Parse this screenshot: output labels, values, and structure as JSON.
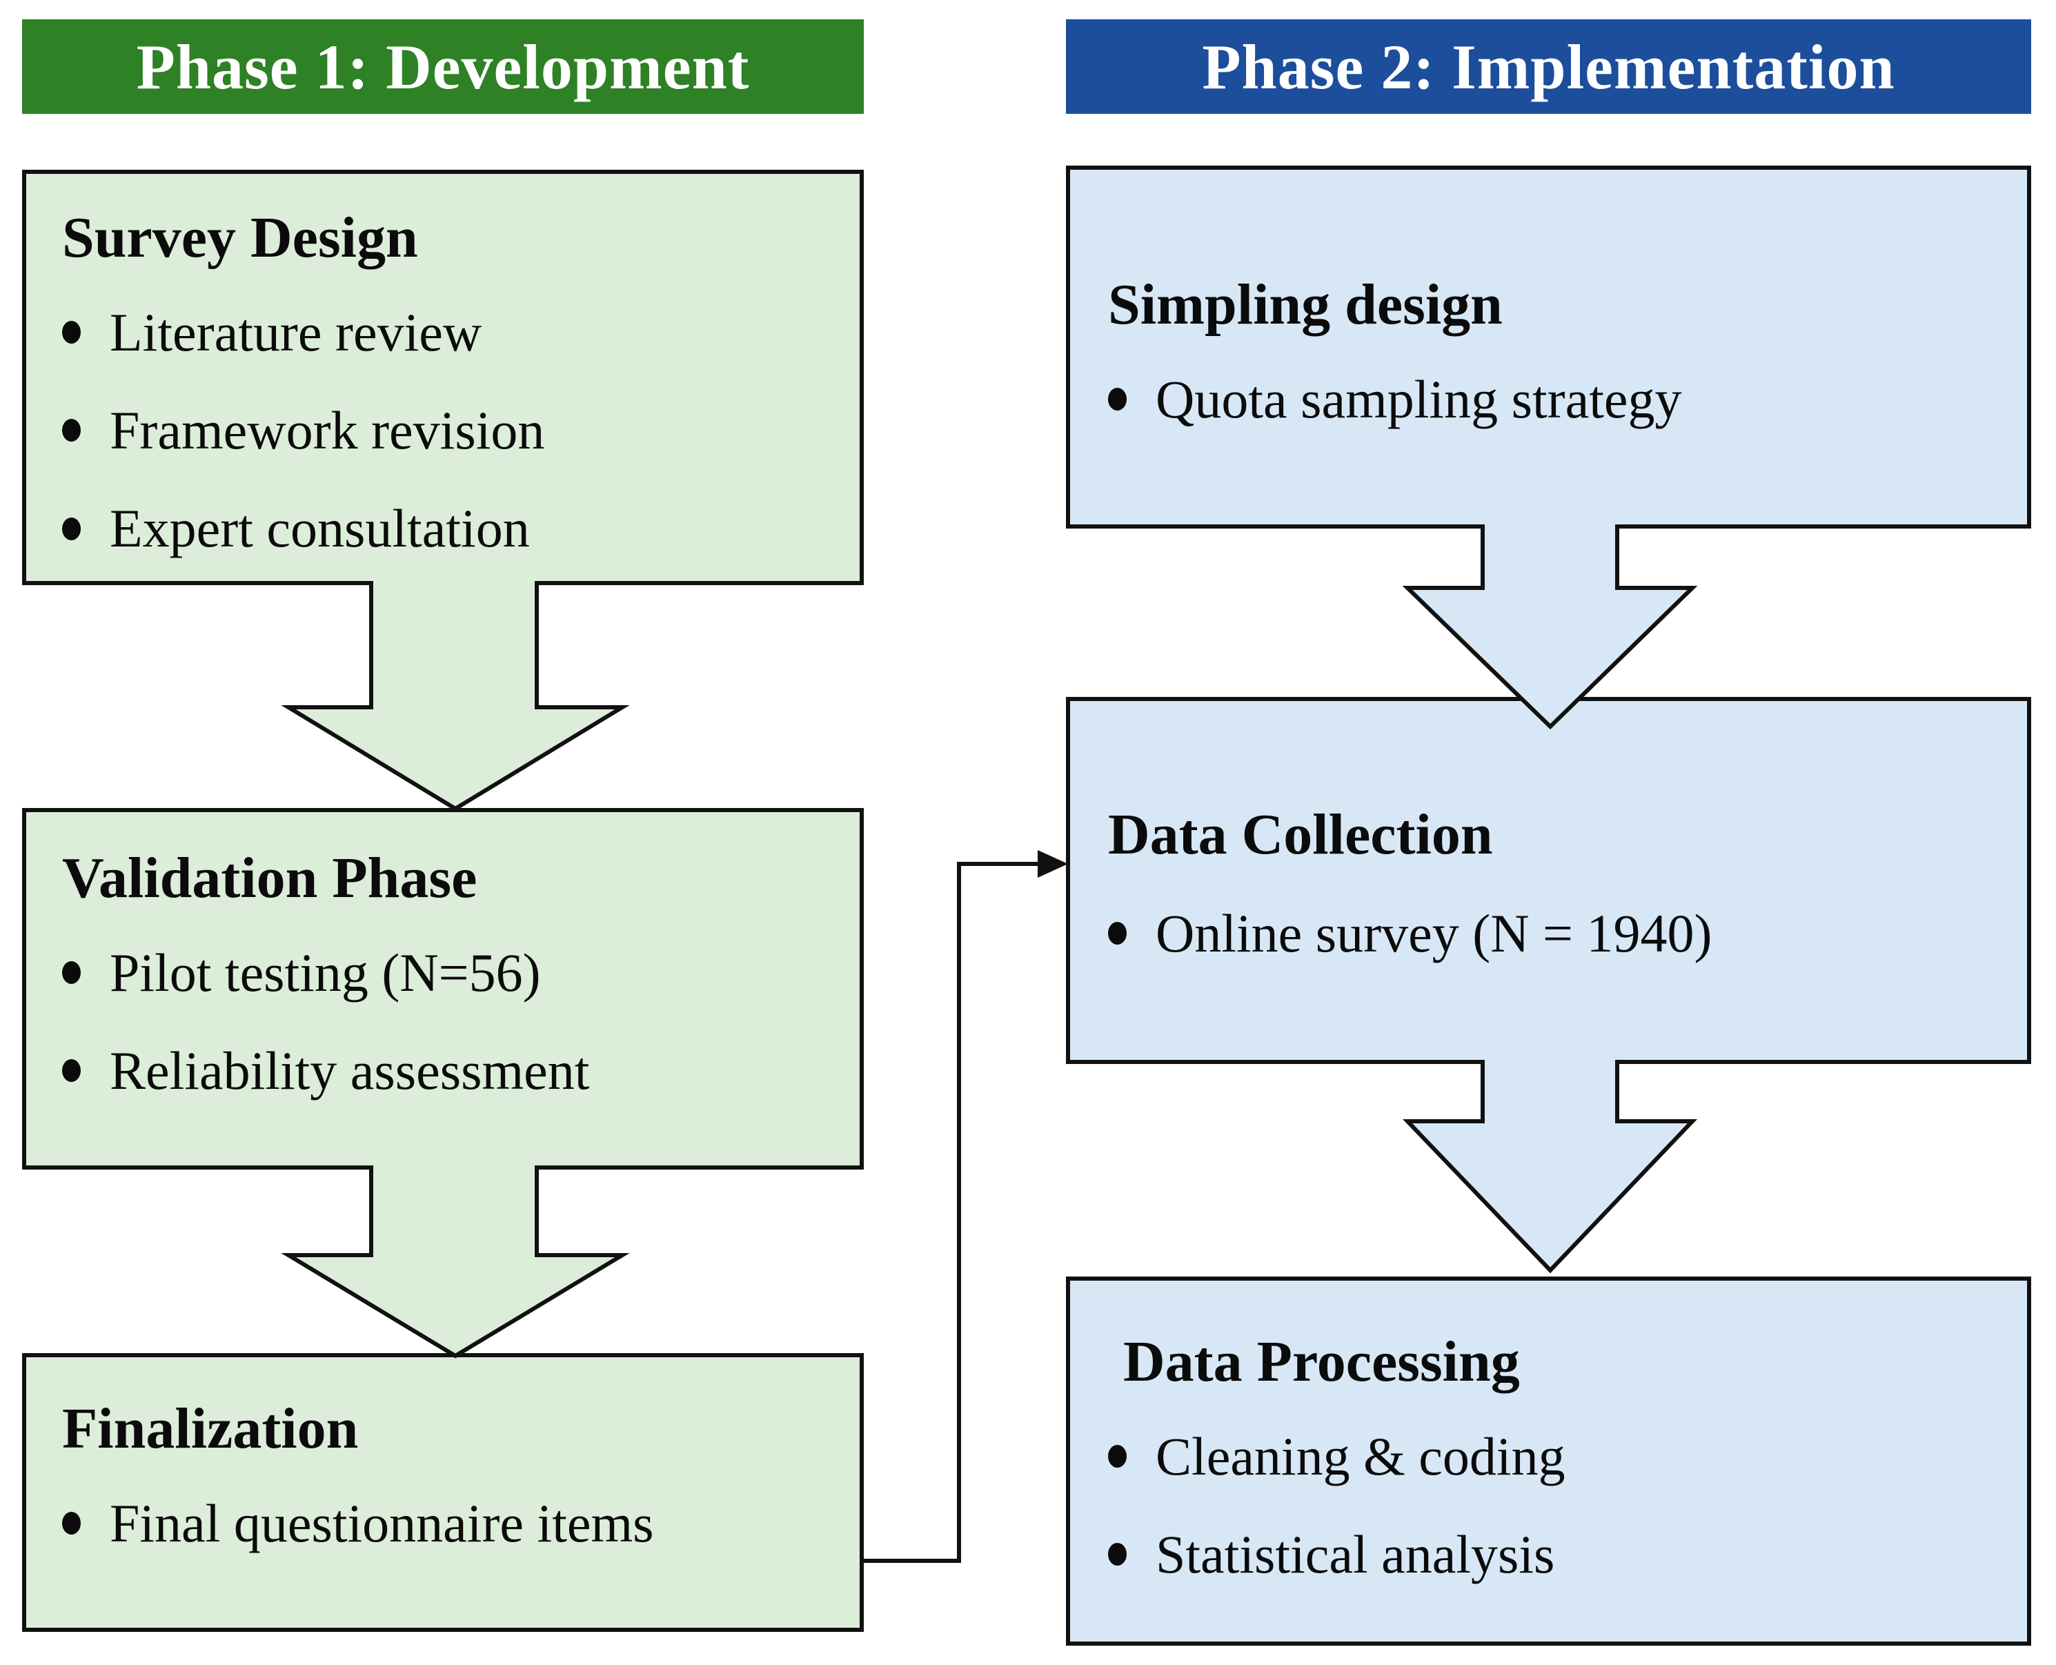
{
  "phase1": {
    "header": "Phase 1: Development",
    "boxes": [
      {
        "title": "Survey Design",
        "bullets": [
          "Literature review",
          "Framework revision",
          "Expert consultation"
        ]
      },
      {
        "title": "Validation Phase",
        "bullets": [
          "Pilot testing (N=56)",
          "Reliability assessment"
        ]
      },
      {
        "title": "Finalization",
        "bullets": [
          "Final questionnaire items"
        ]
      }
    ]
  },
  "phase2": {
    "header": "Phase 2: Implementation",
    "boxes": [
      {
        "title": "Simpling design",
        "bullets": [
          "Quota sampling strategy"
        ]
      },
      {
        "title": "Data Collection",
        "bullets": [
          "Online survey (N = 1940)"
        ]
      },
      {
        "title": "Data Processing",
        "bullets": [
          "Cleaning & coding",
          "Statistical analysis"
        ]
      }
    ]
  },
  "colors": {
    "phase1_header_bg": "#2e8124",
    "phase2_header_bg": "#1c4e9c",
    "phase1_box_bg": "#dcedd9",
    "phase2_box_bg": "#d7e7f5",
    "outline": "#111111",
    "header_text": "#ffffff",
    "body_text": "#0b0b0b"
  }
}
